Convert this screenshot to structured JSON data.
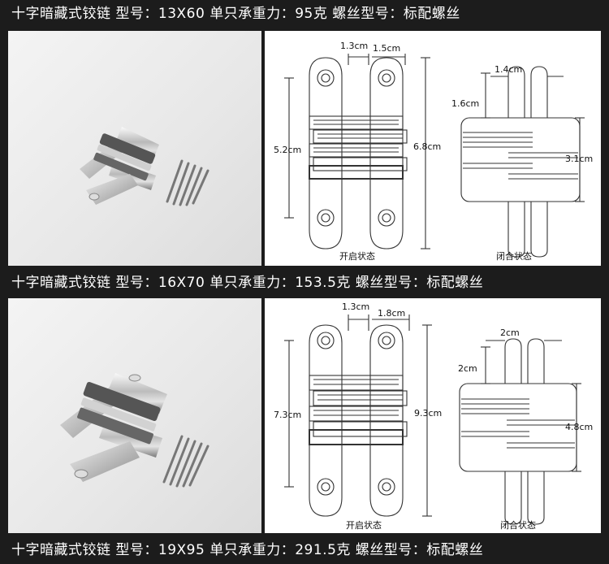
{
  "sections": [
    {
      "title": "十字暗藏式铰链  型号：13X60  单只承重力：95克  螺丝型号：标配螺丝",
      "dims": {
        "w_left": "1.3cm",
        "w_right": "1.5cm",
        "inner": "5.2cm",
        "total": "6.8cm",
        "closed_w": "1.4cm",
        "closed_top": "1.6cm",
        "closed_h": "3.1cm"
      },
      "open_label": "开启状态",
      "closed_label": "闭合状态"
    },
    {
      "title": "十字暗藏式铰链  型号：16X70  单只承重力：153.5克  螺丝型号：标配螺丝",
      "dims": {
        "w_left": "1.3cm",
        "w_right": "1.8cm",
        "inner": "7.3cm",
        "total": "9.3cm",
        "closed_w": "2cm",
        "closed_top": "2cm",
        "closed_h": "4.8cm"
      },
      "open_label": "开启状态",
      "closed_label": "闭合状态"
    },
    {
      "title": "十字暗藏式铰链  型号：19X95  单只承重力：291.5克  螺丝型号：标配螺丝"
    }
  ]
}
